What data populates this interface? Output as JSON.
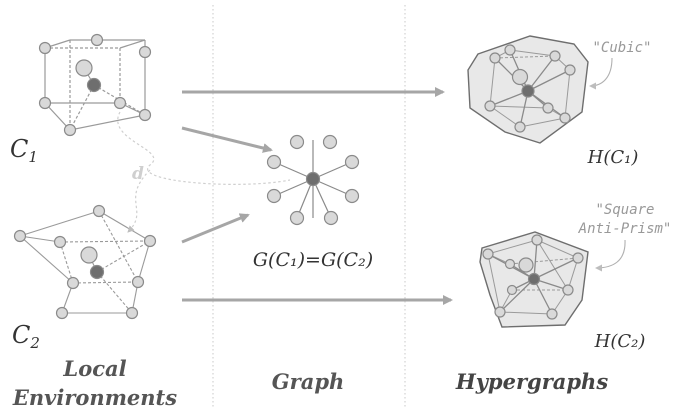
{
  "labels": {
    "c1": "C",
    "c1_sub": "1",
    "c2": "C",
    "c2_sub": "2",
    "d": "d",
    "graph_eq": "G(C₁)=G(C₂)",
    "h1": "H(C₁)",
    "h2": "H(C₂)",
    "cubic": "\"Cubic\"",
    "square_line1": "\"Square",
    "square_line2": "Anti-Prism\""
  },
  "sections": {
    "local_line1": "Local",
    "local_line2": "Environments",
    "graph": "Graph",
    "hypergraphs": "Hypergraphs"
  },
  "colors": {
    "node_fill": "#d9d9d9",
    "node_stroke": "#8a8a8a",
    "center_fill": "#6e6e6e",
    "hull_fill": "#e8e8e8",
    "arrow": "#a6a6a6",
    "text": "#333333"
  }
}
